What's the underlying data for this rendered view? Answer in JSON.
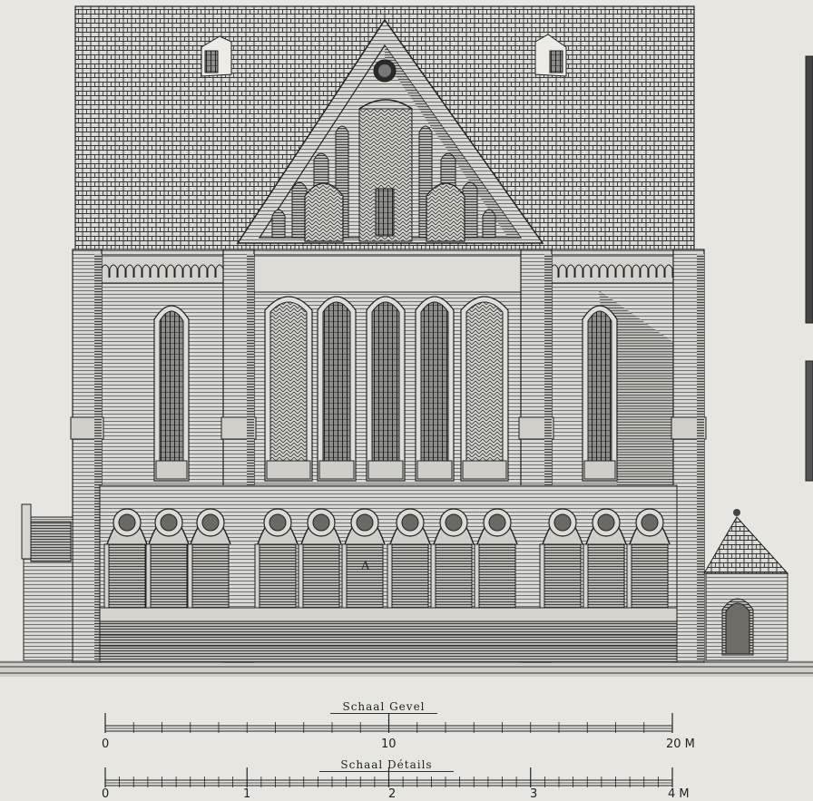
{
  "drawing": {
    "door_letter": "A"
  },
  "scale_facade": {
    "title": "Schaal Gevel",
    "labels": [
      "0",
      "10",
      "20 M"
    ],
    "unit_mark": "M"
  },
  "scale_details": {
    "title": "Schaal Détails",
    "labels": [
      "0",
      "1",
      "2",
      "3",
      "4 M"
    ],
    "unit_mark": "M"
  },
  "colors": {
    "paper": "#e7e6e1",
    "ink": "#222222"
  }
}
